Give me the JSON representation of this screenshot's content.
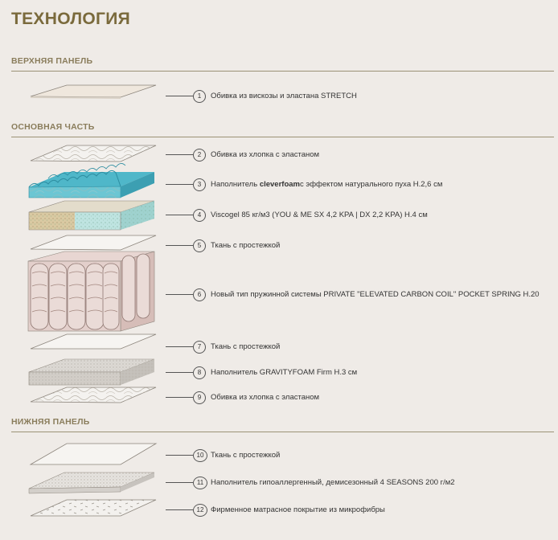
{
  "title": "ТЕХНОЛОГИЯ",
  "sections": {
    "top": "ВЕРХНЯЯ ПАНЕЛЬ",
    "core": "ОСНОВНАЯ ЧАСТЬ",
    "bottom": "НИЖНЯЯ ПАНЕЛЬ"
  },
  "layers": [
    {
      "num": "1",
      "label": "Обивка из вискозы и эластана STRETCH"
    },
    {
      "num": "2",
      "label": "Обивка из хлопка с эластаном"
    },
    {
      "num": "3",
      "label_pre": "Наполнитель ",
      "label_brand": "cleverfoam",
      "label_post": "с эффектом натурального пуха H.2,6 см"
    },
    {
      "num": "4",
      "label": "Viscogel 85 кг/м3 (YOU & ME SX 4,2 KPA | DX 2,2 KPA) H.4 см"
    },
    {
      "num": "5",
      "label": "Ткань с простежкой"
    },
    {
      "num": "6",
      "label": "Новый тип пружинной системы PRIVATE \"ELEVATED CARBON COIL\" POCKET SPRING H.20"
    },
    {
      "num": "7",
      "label": "Ткань с простежкой"
    },
    {
      "num": "8",
      "label": "Наполнитель GRAVITYFOAM Firm H.3 см"
    },
    {
      "num": "9",
      "label": "Обивка из хлопка с эластаном"
    },
    {
      "num": "10",
      "label": "Ткань с простежкой"
    },
    {
      "num": "11",
      "label": "Наполнитель гипоаллергенный, демисезонный 4 SEASONS 200 г/м2"
    },
    {
      "num": "12",
      "label": "Фирменное матрасное покрытие из микрофибры"
    }
  ]
}
